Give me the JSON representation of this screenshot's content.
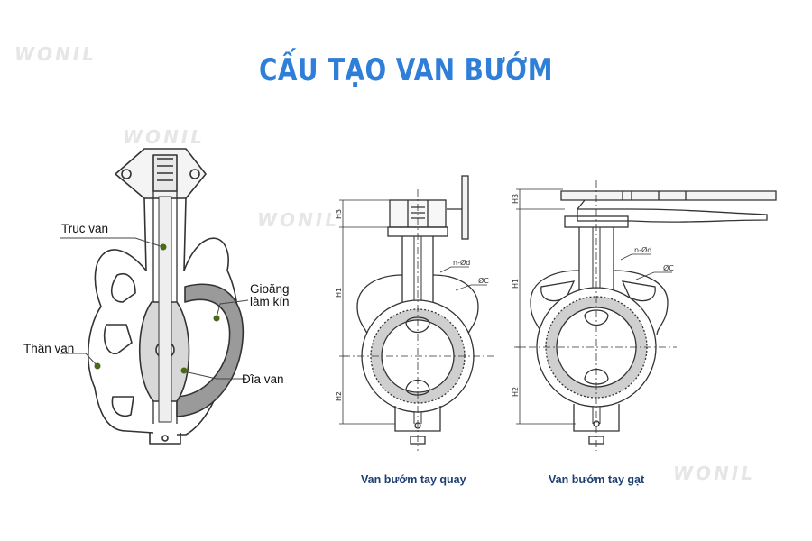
{
  "title": "CẤU TẠO VAN BƯỚM",
  "watermark": "WONIL",
  "parts": {
    "shaft": "Trục van",
    "seal_line1": "Gioăng",
    "seal_line2": "làm kín",
    "body": "Thân van",
    "disc": "Đĩa van"
  },
  "captions": {
    "gear": "Van bướm tay quay",
    "lever": "Van bướm tay gạt"
  },
  "dims": {
    "h1": "H1",
    "h2": "H2",
    "h3": "H3",
    "bolt": "n-Ød",
    "dia": "ØC"
  },
  "colors": {
    "title": "#2f7ed8",
    "caption": "#1e3f73",
    "line": "#333333",
    "callout_dot": "#4a6a1a",
    "seal_fill": "#888888"
  }
}
